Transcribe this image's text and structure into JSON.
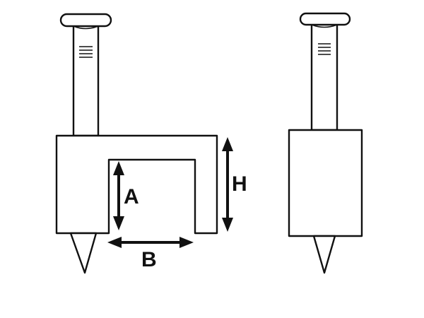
{
  "labels": {
    "a": "A",
    "b": "B",
    "h": "H"
  },
  "colors": {
    "line": "#111111",
    "background": "#ffffff"
  }
}
